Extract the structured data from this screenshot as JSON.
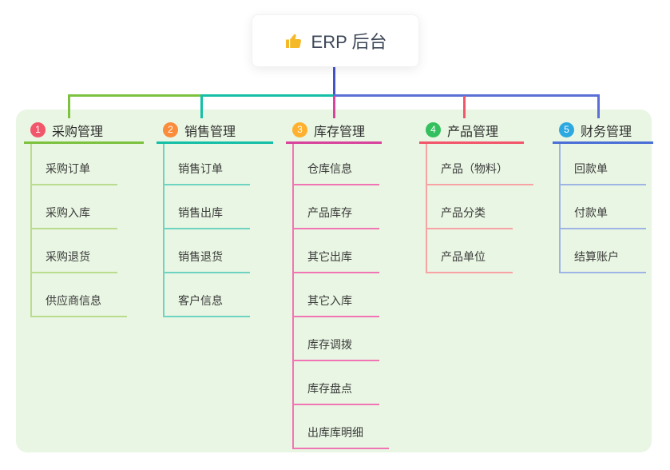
{
  "title": {
    "icon": "thumbs-up-icon",
    "text": "ERP 后台"
  },
  "colors": {
    "page_background": "#ffffff",
    "panel_background": "#e9f6e3",
    "root_connector": "#4553c9",
    "bus_segment_left": "#7cc23f",
    "bus_segment_middle": "#14bfa6",
    "bus_segment_right": "#5b6fd6"
  },
  "branches": [
    {
      "index": "1",
      "label": "采购管理",
      "badge_color": "#f2566b",
      "line_color": "#7cc23f",
      "sub_line_color": "#b9dc8f",
      "items": [
        "采购订单",
        "采购入库",
        "采购退货",
        "供应商信息"
      ]
    },
    {
      "index": "2",
      "label": "销售管理",
      "badge_color": "#fb8c3c",
      "line_color": "#14bfa6",
      "sub_line_color": "#6fd3c2",
      "items": [
        "销售订单",
        "销售出库",
        "销售退货",
        "客户信息"
      ]
    },
    {
      "index": "3",
      "label": "库存管理",
      "badge_color": "#ffb02e",
      "line_color": "#d8449c",
      "sub_line_color": "#f175b4",
      "items": [
        "仓库信息",
        "产品库存",
        "其它出库",
        "其它入库",
        "库存调拨",
        "库存盘点",
        "出库库明细"
      ]
    },
    {
      "index": "4",
      "label": "产品管理",
      "badge_color": "#34c05e",
      "line_color": "#f2566b",
      "sub_line_color": "#f7a3a3",
      "items": [
        "产品（物料）",
        "产品分类",
        "产品单位"
      ]
    },
    {
      "index": "5",
      "label": "财务管理",
      "badge_color": "#2ca9e1",
      "line_color": "#4b6fd6",
      "sub_line_color": "#9db4e4",
      "items": [
        "回款单",
        "付款单",
        "结算账户"
      ]
    }
  ]
}
